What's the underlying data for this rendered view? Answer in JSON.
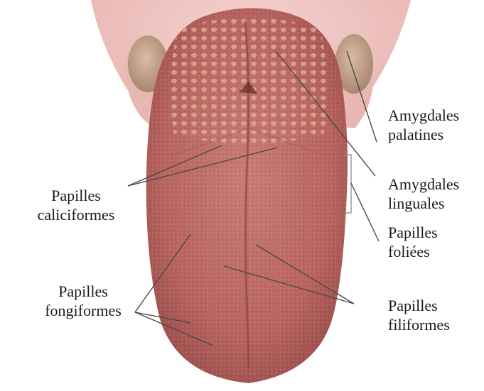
{
  "labels": {
    "amygdales_palatines": {
      "line1": "Amygdales",
      "line2": "palatines"
    },
    "amygdales_linguales": {
      "line1": "Amygdales",
      "line2": "linguales"
    },
    "papilles_foliees": {
      "line1": "Papilles",
      "line2": "foliées"
    },
    "papilles_filiformes": {
      "line1": "Papilles",
      "line2": "filiformes"
    },
    "papilles_caliciformes": {
      "line1": "Papilles",
      "line2": "caliciformes"
    },
    "papilles_fongiformes": {
      "line1": "Papilles",
      "line2": "fongiformes"
    }
  },
  "colors": {
    "tongue": "#c0706a",
    "tongue_dark": "#8e4a48",
    "tongue_light": "#d99a8c",
    "papillae": "#e6b6a3",
    "tonsil": "#c8a58e",
    "throat": "#f0c8c4",
    "leader_line": "#4a4a4a"
  }
}
